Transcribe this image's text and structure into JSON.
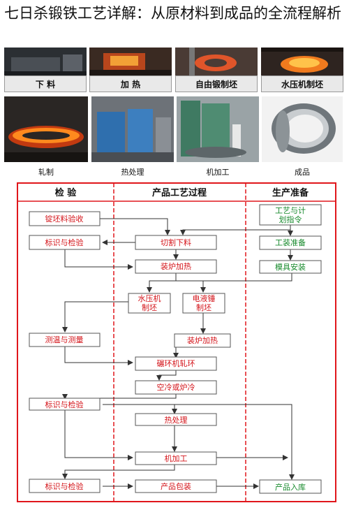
{
  "title": "七日杀锻铁工艺详解：从原材料到成品的全流程解析",
  "row1": [
    {
      "label": "下 料"
    },
    {
      "label": "加 热"
    },
    {
      "label": "自由锻制坯"
    },
    {
      "label": "水压机制坯"
    }
  ],
  "row2": [
    {
      "label": "轧制"
    },
    {
      "label": "热处理"
    },
    {
      "label": "机加工"
    },
    {
      "label": "成品"
    }
  ],
  "flowchart": {
    "columns": [
      "检  验",
      "产品工艺过程",
      "生产准备"
    ],
    "nodes": {
      "ingot_accept": "锭坯料验收",
      "mark1": "标识与检验",
      "cut": "切割下料",
      "heat1": "装炉加热",
      "press": "水压机\n制坯",
      "hammer": "电液锤\n制坯",
      "temp": "测温与测量",
      "heat2": "装炉加热",
      "roll": "碾环机轧环",
      "cool": "空冷或炉冷",
      "mark2": "标识与检验",
      "ht": "热处理",
      "mach": "机加工",
      "mark3": "标识与检验",
      "pack": "产品包装",
      "plan": "工艺与计\n划指令",
      "tooling": "工装准备",
      "die": "模具安装",
      "store": "产品入库"
    },
    "colors": {
      "border": "#e0161b",
      "red_text": "#d4141a",
      "green_text": "#178a2c",
      "line": "#333333"
    }
  }
}
